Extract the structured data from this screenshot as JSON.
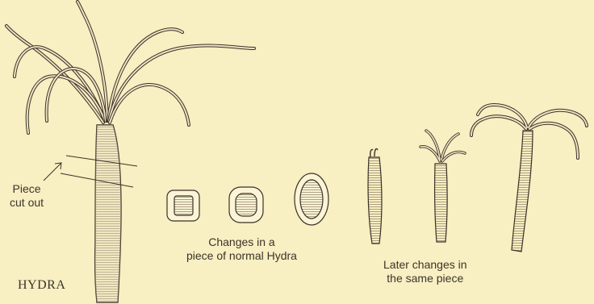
{
  "figure": {
    "title": "HYDRA",
    "cut_label": [
      "Piece",
      "cut out"
    ],
    "early_changes_label": [
      "Changes in a",
      "piece of normal Hydra"
    ],
    "later_changes_label": [
      "Later changes in",
      "the same piece"
    ]
  },
  "colors": {
    "paper": "#f8efc2",
    "ink": "#3a3226",
    "body_fill": "#e9dcc0",
    "body_hatch": "#8a7a62"
  }
}
